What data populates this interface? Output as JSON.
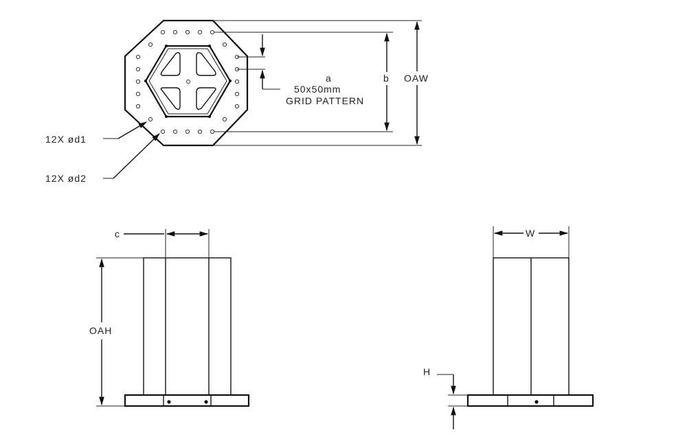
{
  "labels": {
    "a": "a",
    "grid_size": "50x50mm",
    "grid_pattern": "GRID PATTERN",
    "b": "b",
    "oaw": "OAW",
    "holes_d1": "12X  ød1",
    "holes_d2": "12X  ød2",
    "c": "c",
    "oah": "OAH",
    "w": "W",
    "h": "H"
  },
  "views": [
    "top-view",
    "front-view",
    "side-view"
  ]
}
